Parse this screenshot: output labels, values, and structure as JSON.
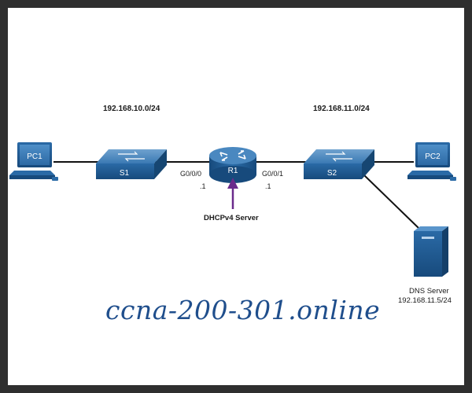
{
  "networks": {
    "left": "192.168.10.0/24",
    "right": "192.168.11.0/24"
  },
  "devices": {
    "pc1": "PC1",
    "s1": "S1",
    "r1": "R1",
    "s2": "S2",
    "pc2": "PC2"
  },
  "ports": {
    "r1_left": "G0/0/0",
    "r1_left_addr": ".1",
    "r1_right": "G0/0/1",
    "r1_right_addr": ".1"
  },
  "dhcp_label": "DHCPv4 Server",
  "dns_server": {
    "name": "DNS Server",
    "address": "192.168.11.5/24"
  },
  "watermark": "ccna-200-301.online",
  "colors": {
    "frame": "#2f2f2f",
    "device_blue": "#1d5b95",
    "arrow": "#6a2b8c",
    "watermark": "#1f4e8c"
  },
  "icons": [
    "pc-icon",
    "switch-icon",
    "router-icon",
    "server-icon",
    "arrow-icon"
  ]
}
